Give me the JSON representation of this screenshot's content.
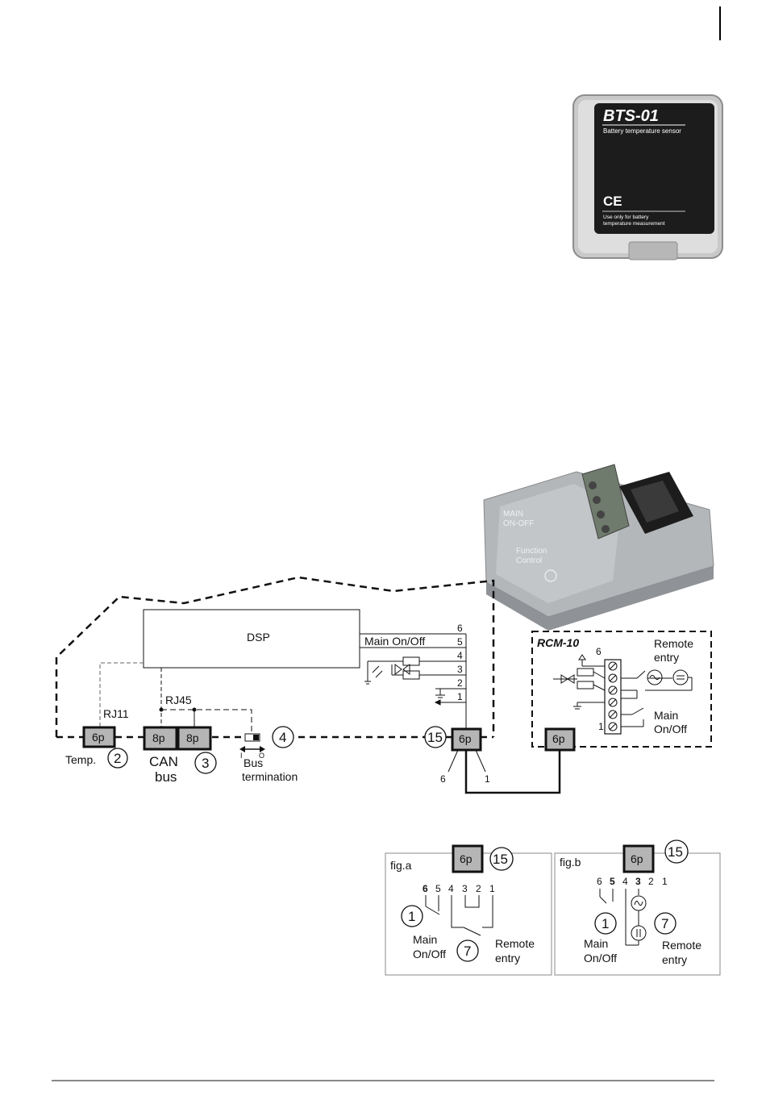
{
  "bts01": {
    "title": "BTS-01",
    "subtitle": "Battery temperature sensor",
    "ce_mark": "CE",
    "note_line1": "Use only for battery",
    "note_line2": "temperature measurement"
  },
  "rcm_photo": {
    "main_label_1": "MAIN",
    "main_label_2": "ON-OFF",
    "function_label_1": "Function",
    "function_label_2": "Control"
  },
  "wiring": {
    "dsp_label": "DSP",
    "main_on_off": "Main On/Off",
    "pin_numbers": [
      "6",
      "5",
      "4",
      "3",
      "2",
      "1"
    ],
    "rj11": "RJ11",
    "rj45": "RJ45",
    "connectors": {
      "temp_6p": "6p",
      "can_8p_a": "8p",
      "can_8p_b": "8p",
      "rcm_6p": "6p",
      "remote_6p": "6p"
    },
    "temp_label": "Temp.",
    "can_label_1": "CAN",
    "can_label_2": "bus",
    "bus_term_1": "Bus",
    "bus_term_2": "termination",
    "switch_i": "I",
    "switch_o": "O",
    "callouts": {
      "temp": "2",
      "can": "3",
      "bus": "4",
      "rcm": "15"
    },
    "cable_pin_left": "6",
    "cable_pin_right": "1"
  },
  "rcm10": {
    "title": "RCM-10",
    "remote_1": "Remote",
    "remote_2": "entry",
    "main_1": "Main",
    "main_2": "On/Off",
    "pin_top": "6",
    "pin_bottom": "1"
  },
  "fig_a": {
    "title": "fig.a",
    "connector": "6p",
    "callout": "15",
    "pins": [
      "6",
      "5",
      "4",
      "3",
      "2",
      "1"
    ],
    "callout_1": "1",
    "callout_7": "7",
    "main_1": "Main",
    "main_2": "On/Off",
    "remote_1": "Remote",
    "remote_2": "entry"
  },
  "fig_b": {
    "title": "fig.b",
    "connector": "6p",
    "callout": "15",
    "pins": [
      "6",
      "5",
      "4",
      "3",
      "2",
      "1"
    ],
    "callout_1": "1",
    "callout_7": "7",
    "main_1": "Main",
    "main_2": "On/Off",
    "remote_1": "Remote",
    "remote_2": "entry"
  }
}
